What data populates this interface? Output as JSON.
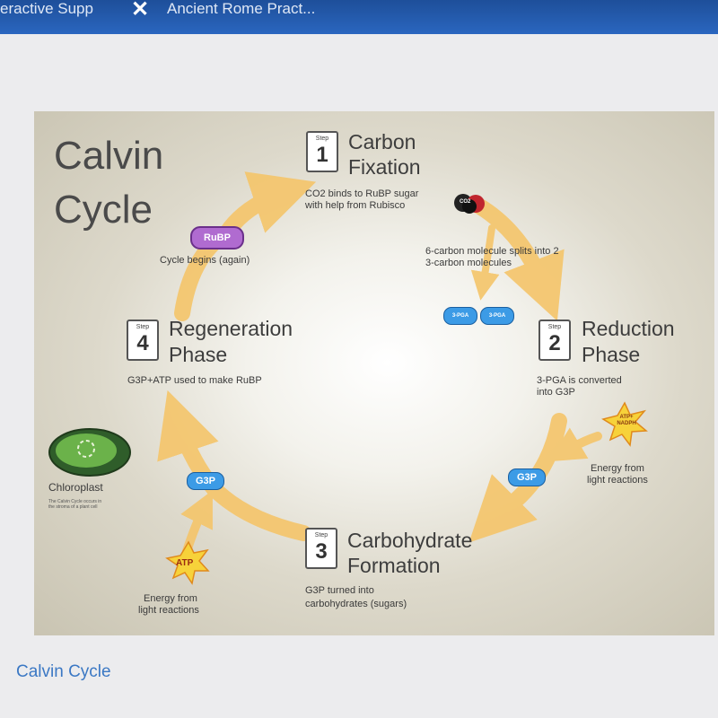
{
  "browser": {
    "tabs": [
      "eractive Supp",
      "Ancient Rome Pract..."
    ]
  },
  "diagram": {
    "title_line1": "Calvin",
    "title_line2": "Cycle",
    "step_label": "Step",
    "steps": [
      {
        "number": "1",
        "name_line1": "Carbon",
        "name_line2": "Fixation",
        "desc_line1": "CO2 binds to RuBP sugar",
        "desc_line2": "with help from Rubisco"
      },
      {
        "number": "2",
        "name_line1": "Reduction",
        "name_line2": "Phase",
        "desc_line1": "3-PGA is converted",
        "desc_line2": "into G3P"
      },
      {
        "number": "3",
        "name_line1": "Carbohydrate",
        "name_line2": "Formation",
        "desc_line1": "G3P turned into",
        "desc_line2": "carbohydrates (sugars)"
      },
      {
        "number": "4",
        "name_line1": "Regeneration",
        "name_line2": "Phase",
        "desc_line1": "G3P+ATP used to make RuBP",
        "desc_line2": ""
      }
    ],
    "rubp_label": "RuBP",
    "cycle_begins": "Cycle begins (again)",
    "co2_label": "CO2",
    "split_line1": "6-carbon molecule splits into 2",
    "split_line2": "3-carbon molecules",
    "pga_label": "3-PGA",
    "atp_nadph_line1": "ATP+",
    "atp_nadph_line2": "NADPH",
    "energy_line1": "Energy from",
    "energy_line2": "light reactions",
    "g3p_label": "G3P",
    "atp_label": "ATP",
    "chloroplast_label": "Chloroplast",
    "chloroplast_note_line1": "The Calvin Cycle occurs in",
    "chloroplast_note_line2": "the stroma of a plant cell"
  },
  "caption": "Calvin Cycle",
  "colors": {
    "arrow": "#f5c56a",
    "pill_blue": "#3c9be6",
    "rubp_purple": "#b06bd0",
    "star_yellow": "#f7d23a",
    "caption_link": "#3b78c4"
  }
}
